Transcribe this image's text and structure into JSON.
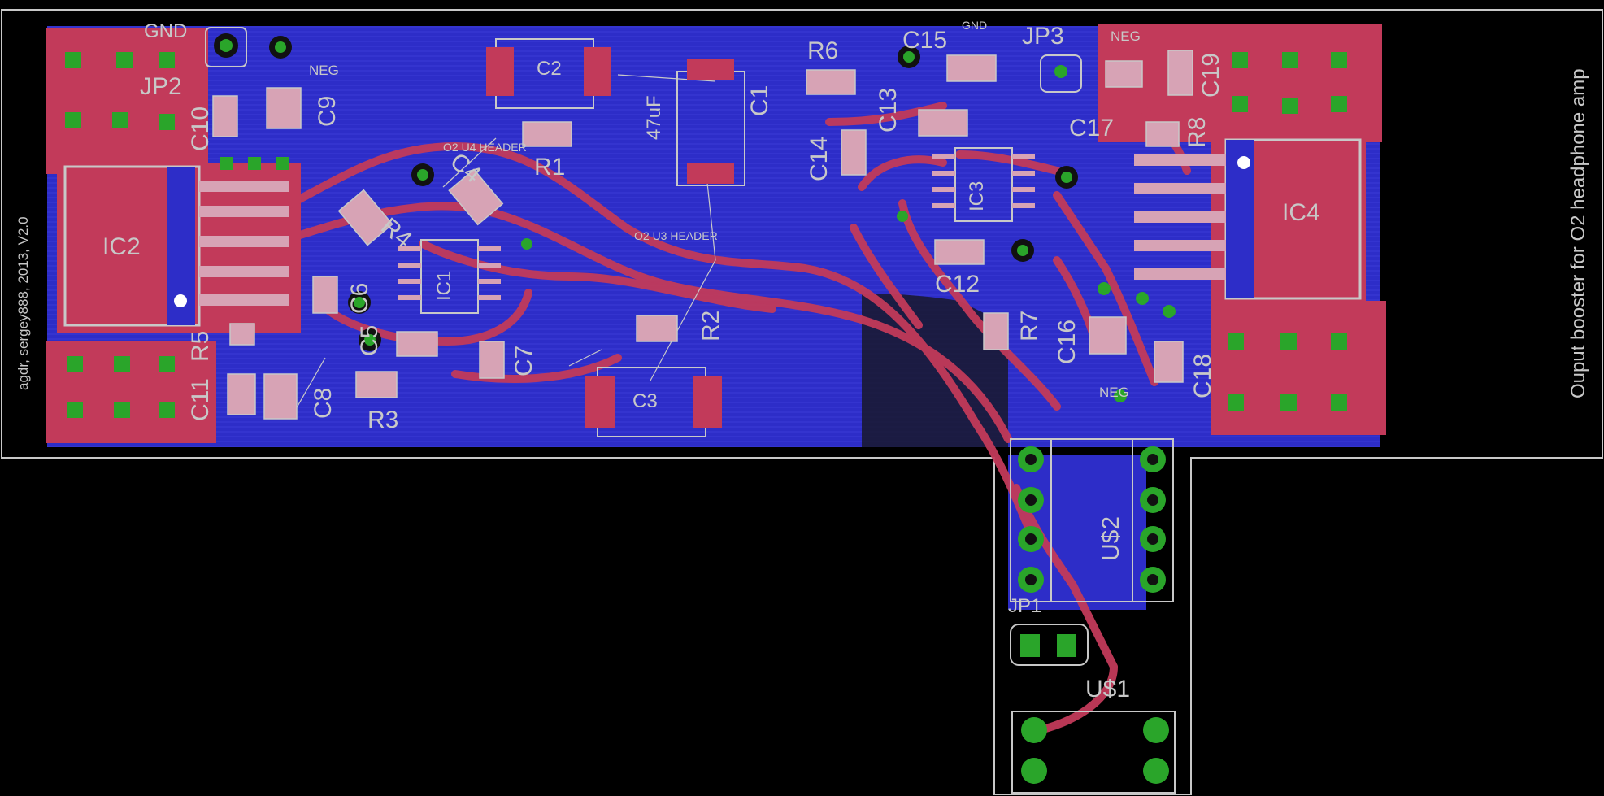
{
  "board": {
    "side_note": "agdr, sergey888, 2013, V2.0",
    "title_note": "Ouput booster for O2 headphone amp",
    "header_u4": "O2 U4 HEADER",
    "header_u3": "O2 U3 HEADER",
    "cap_value": "47uF"
  },
  "labels": {
    "gnd1": "GND",
    "gnd2": "GND",
    "neg1": "NEG",
    "neg2": "NEG",
    "neg3": "NEG",
    "jp1": "JP1",
    "jp2": "JP2",
    "jp3": "JP3",
    "ic1": "IC1",
    "ic2": "IC2",
    "ic3": "IC3",
    "ic4": "IC4",
    "u1": "U$1",
    "u2": "U$2",
    "c1": "C1",
    "c2": "C2",
    "c3": "C3",
    "c4": "C4",
    "c5": "C5",
    "c6": "C6",
    "c7": "C7",
    "c8": "C8",
    "c9": "C9",
    "c10": "C10",
    "c11": "C11",
    "c12": "C12",
    "c13": "C13",
    "c14": "C14",
    "c15": "C15",
    "c16": "C16",
    "c17": "C17",
    "c18": "C18",
    "c19": "C19",
    "r1": "R1",
    "r2": "R2",
    "r3": "R3",
    "r4": "R4",
    "r5": "R5",
    "r6": "R6",
    "r7": "R7",
    "r8": "R8"
  },
  "colors": {
    "background": "#000000",
    "bottom_copper": "#2d2dc8",
    "top_copper": "#c23a5a",
    "silkscreen": "#c8c8c8",
    "via": "#2aa52a",
    "pad": "#d7a3b5"
  }
}
